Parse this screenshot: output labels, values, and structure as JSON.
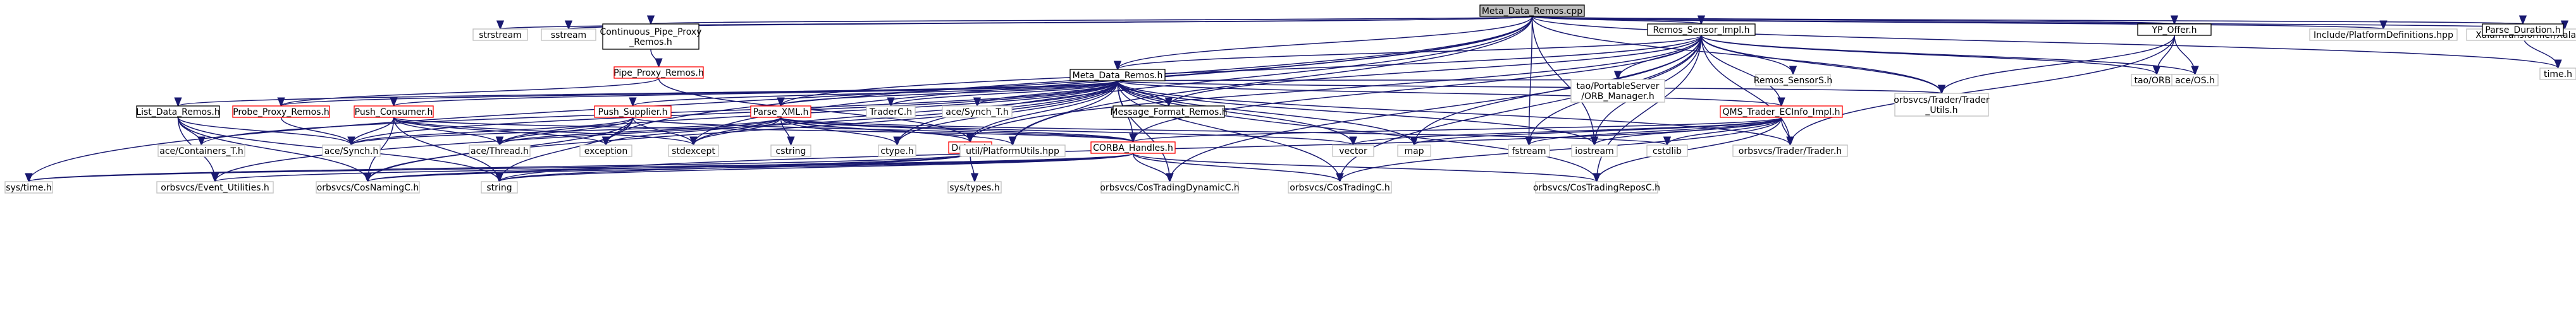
{
  "colors": {
    "edge": "#191970",
    "root_fill": "#bfbfbf",
    "border_black": "#000000",
    "border_gray": "#bfbfbf",
    "border_red": "#ff0000",
    "node_fill": "#ffffff"
  },
  "graph": {
    "nodes": [
      {
        "id": "root",
        "lines": [
          "Meta_Data_Remos.cpp"
        ],
        "style": "root"
      },
      {
        "id": "strstream",
        "lines": [
          "strstream"
        ],
        "style": "gray"
      },
      {
        "id": "sstream",
        "lines": [
          "sstream"
        ],
        "style": "gray"
      },
      {
        "id": "cont_pipe",
        "lines": [
          "Continuous_Pipe_Proxy",
          "_Remos.h"
        ],
        "style": "black"
      },
      {
        "id": "pipe_proxy",
        "lines": [
          "Pipe_Proxy_Remos.h"
        ],
        "style": "red"
      },
      {
        "id": "remos_sensor",
        "lines": [
          "Remos_Sensor_Impl.h"
        ],
        "style": "black"
      },
      {
        "id": "yp_offer",
        "lines": [
          "YP_Offer.h"
        ],
        "style": "black"
      },
      {
        "id": "platform_def",
        "lines": [
          "Include/PlatformDefinitions.hpp"
        ],
        "style": "gray"
      },
      {
        "id": "xalan",
        "lines": [
          "XalanTransformer/XalanTransformer.hpp"
        ],
        "style": "gray"
      },
      {
        "id": "parse_duration",
        "lines": [
          "Parse_Duration.h"
        ],
        "style": "black"
      },
      {
        "id": "time_h",
        "lines": [
          "time.h"
        ],
        "style": "gray"
      },
      {
        "id": "meta_h",
        "lines": [
          "Meta_Data_Remos.h"
        ],
        "style": "black"
      },
      {
        "id": "tao_orb",
        "lines": [
          "tao/ORB.h"
        ],
        "style": "gray"
      },
      {
        "id": "ace_os",
        "lines": [
          "ace/OS.h"
        ],
        "style": "gray"
      },
      {
        "id": "remos_sensors",
        "lines": [
          "Remos_SensorS.h"
        ],
        "style": "gray"
      },
      {
        "id": "portable_server",
        "lines": [
          "tao/PortableServer",
          "/ORB_Manager.h"
        ],
        "style": "gray"
      },
      {
        "id": "trader_utils",
        "lines": [
          "orbsvcs/Trader/Trader",
          "_Utils.h"
        ],
        "style": "gray"
      },
      {
        "id": "list_data",
        "lines": [
          "List_Data_Remos.h"
        ],
        "style": "black"
      },
      {
        "id": "probe_proxy",
        "lines": [
          "Probe_Proxy_Remos.h"
        ],
        "style": "red"
      },
      {
        "id": "push_consumer",
        "lines": [
          "Push_Consumer.h"
        ],
        "style": "red"
      },
      {
        "id": "push_supplier",
        "lines": [
          "Push_Supplier.h"
        ],
        "style": "red"
      },
      {
        "id": "parse_xml",
        "lines": [
          "Parse_XML.h"
        ],
        "style": "red"
      },
      {
        "id": "trader_c",
        "lines": [
          "TraderC.h"
        ],
        "style": "gray"
      },
      {
        "id": "synch_t",
        "lines": [
          "ace/Synch_T.h"
        ],
        "style": "gray"
      },
      {
        "id": "message_format",
        "lines": [
          "Message_Format_Remos.h"
        ],
        "style": "black"
      },
      {
        "id": "qms_trader",
        "lines": [
          "QMS_Trader_ECInfo_Impl.h"
        ],
        "style": "red"
      },
      {
        "id": "containers_t",
        "lines": [
          "ace/Containers_T.h"
        ],
        "style": "gray"
      },
      {
        "id": "ace_synch",
        "lines": [
          "ace/Synch.h"
        ],
        "style": "gray"
      },
      {
        "id": "ace_thread",
        "lines": [
          "ace/Thread.h"
        ],
        "style": "gray"
      },
      {
        "id": "exception",
        "lines": [
          "exception"
        ],
        "style": "gray"
      },
      {
        "id": "stdexcept",
        "lines": [
          "stdexcept"
        ],
        "style": "gray"
      },
      {
        "id": "cstring",
        "lines": [
          "cstring"
        ],
        "style": "gray"
      },
      {
        "id": "ctype",
        "lines": [
          "ctype.h"
        ],
        "style": "gray"
      },
      {
        "id": "debug_h",
        "lines": [
          "Debug.h"
        ],
        "style": "red"
      },
      {
        "id": "platform_utils",
        "lines": [
          "util/PlatformUtils.hpp"
        ],
        "style": "gray"
      },
      {
        "id": "corba_handles",
        "lines": [
          "CORBA_Handles.h"
        ],
        "style": "red"
      },
      {
        "id": "vector",
        "lines": [
          "vector"
        ],
        "style": "gray"
      },
      {
        "id": "map",
        "lines": [
          "map"
        ],
        "style": "gray"
      },
      {
        "id": "fstream",
        "lines": [
          "fstream"
        ],
        "style": "gray"
      },
      {
        "id": "iostream",
        "lines": [
          "iostream"
        ],
        "style": "gray"
      },
      {
        "id": "cstdlib",
        "lines": [
          "cstdlib"
        ],
        "style": "gray"
      },
      {
        "id": "trader_h",
        "lines": [
          "orbsvcs/Trader/Trader.h"
        ],
        "style": "gray"
      },
      {
        "id": "sys_time",
        "lines": [
          "sys/time.h"
        ],
        "style": "gray"
      },
      {
        "id": "event_utilities",
        "lines": [
          "orbsvcs/Event_Utilities.h"
        ],
        "style": "gray"
      },
      {
        "id": "cos_naming",
        "lines": [
          "orbsvcs/CosNamingC.h"
        ],
        "style": "gray"
      },
      {
        "id": "string",
        "lines": [
          "string"
        ],
        "style": "gray"
      },
      {
        "id": "sys_types",
        "lines": [
          "sys/types.h"
        ],
        "style": "gray"
      },
      {
        "id": "cos_trading_dyn",
        "lines": [
          "orbsvcs/CosTradingDynamicC.h"
        ],
        "style": "gray"
      },
      {
        "id": "cos_trading",
        "lines": [
          "orbsvcs/CosTradingC.h"
        ],
        "style": "gray"
      },
      {
        "id": "cos_trading_repos",
        "lines": [
          "orbsvcs/CosTradingReposC.h"
        ],
        "style": "gray"
      }
    ],
    "edges": [
      [
        "root",
        "strstream"
      ],
      [
        "root",
        "sstream"
      ],
      [
        "root",
        "cont_pipe"
      ],
      [
        "root",
        "remos_sensor"
      ],
      [
        "root",
        "yp_offer"
      ],
      [
        "root",
        "platform_def"
      ],
      [
        "root",
        "xalan"
      ],
      [
        "root",
        "parse_duration"
      ],
      [
        "root",
        "time_h"
      ],
      [
        "root",
        "meta_h"
      ],
      [
        "root",
        "sys_time"
      ],
      [
        "root",
        "exception"
      ],
      [
        "root",
        "stdexcept"
      ],
      [
        "root",
        "ctype"
      ],
      [
        "root",
        "platform_utils"
      ],
      [
        "root",
        "iostream"
      ],
      [
        "root",
        "fstream"
      ],
      [
        "root",
        "trader_utils"
      ],
      [
        "cont_pipe",
        "pipe_proxy"
      ],
      [
        "pipe_proxy",
        "probe_proxy"
      ],
      [
        "pipe_proxy",
        "debug_h"
      ],
      [
        "remos_sensor",
        "meta_h"
      ],
      [
        "remos_sensor",
        "tao_orb"
      ],
      [
        "remos_sensor",
        "ace_os"
      ],
      [
        "remos_sensor",
        "remos_sensors"
      ],
      [
        "remos_sensor",
        "portable_server"
      ],
      [
        "remos_sensor",
        "trader_utils"
      ],
      [
        "remos_sensor",
        "message_format"
      ],
      [
        "remos_sensor",
        "qms_trader"
      ],
      [
        "remos_sensor",
        "parse_xml"
      ],
      [
        "remos_sensor",
        "corba_handles"
      ],
      [
        "remos_sensor",
        "debug_h"
      ],
      [
        "remos_sensor",
        "fstream"
      ],
      [
        "remos_sensor",
        "iostream"
      ],
      [
        "remos_sensor",
        "map"
      ],
      [
        "remos_sensor",
        "trader_h"
      ],
      [
        "remos_sensor",
        "cos_trading"
      ],
      [
        "remos_sensor",
        "cos_trading_dyn"
      ],
      [
        "remos_sensor",
        "cos_trading_repos"
      ],
      [
        "yp_offer",
        "tao_orb"
      ],
      [
        "yp_offer",
        "ace_os"
      ],
      [
        "yp_offer",
        "trader_utils"
      ],
      [
        "yp_offer",
        "trader_h"
      ],
      [
        "parse_duration",
        "time_h"
      ],
      [
        "meta_h",
        "list_data"
      ],
      [
        "meta_h",
        "probe_proxy"
      ],
      [
        "meta_h",
        "push_consumer"
      ],
      [
        "meta_h",
        "push_supplier"
      ],
      [
        "meta_h",
        "parse_xml"
      ],
      [
        "meta_h",
        "trader_c"
      ],
      [
        "meta_h",
        "synch_t"
      ],
      [
        "meta_h",
        "message_format"
      ],
      [
        "meta_h",
        "portable_server"
      ],
      [
        "meta_h",
        "trader_utils"
      ],
      [
        "meta_h",
        "qms_trader"
      ],
      [
        "meta_h",
        "containers_t"
      ],
      [
        "meta_h",
        "ace_synch"
      ],
      [
        "meta_h",
        "ace_thread"
      ],
      [
        "meta_h",
        "corba_handles"
      ],
      [
        "meta_h",
        "debug_h"
      ],
      [
        "meta_h",
        "vector"
      ],
      [
        "meta_h",
        "map"
      ],
      [
        "meta_h",
        "iostream"
      ],
      [
        "meta_h",
        "cos_naming"
      ],
      [
        "meta_h",
        "event_utilities"
      ],
      [
        "meta_h",
        "cos_trading"
      ],
      [
        "meta_h",
        "cos_trading_dyn"
      ],
      [
        "meta_h",
        "cos_trading_repos"
      ],
      [
        "meta_h",
        "trader_h"
      ],
      [
        "meta_h",
        "platform_utils"
      ],
      [
        "meta_h",
        "ctype"
      ],
      [
        "meta_h",
        "stdexcept"
      ],
      [
        "list_data",
        "containers_t"
      ],
      [
        "list_data",
        "ace_synch"
      ],
      [
        "list_data",
        "string"
      ],
      [
        "list_data",
        "cos_naming"
      ],
      [
        "list_data",
        "event_utilities"
      ],
      [
        "probe_proxy",
        "ace_synch"
      ],
      [
        "push_consumer",
        "ace_synch"
      ],
      [
        "push_consumer",
        "ace_thread"
      ],
      [
        "push_consumer",
        "exception"
      ],
      [
        "push_consumer",
        "stdexcept"
      ],
      [
        "push_consumer",
        "string"
      ],
      [
        "push_consumer",
        "cos_naming"
      ],
      [
        "push_consumer",
        "corba_handles"
      ],
      [
        "push_supplier",
        "ace_synch"
      ],
      [
        "push_supplier",
        "ace_thread"
      ],
      [
        "push_supplier",
        "exception"
      ],
      [
        "push_supplier",
        "stdexcept"
      ],
      [
        "push_supplier",
        "string"
      ],
      [
        "push_supplier",
        "corba_handles"
      ],
      [
        "push_supplier",
        "cos_naming"
      ],
      [
        "parse_xml",
        "exception"
      ],
      [
        "parse_xml",
        "stdexcept"
      ],
      [
        "parse_xml",
        "cstring"
      ],
      [
        "parse_xml",
        "ctype"
      ],
      [
        "parse_xml",
        "debug_h"
      ],
      [
        "parse_xml",
        "platform_utils"
      ],
      [
        "parse_xml",
        "corba_handles"
      ],
      [
        "parse_xml",
        "vector"
      ],
      [
        "parse_xml",
        "ace_synch"
      ],
      [
        "parse_xml",
        "ace_thread"
      ],
      [
        "parse_xml",
        "cstdlib"
      ],
      [
        "qms_trader",
        "corba_handles"
      ],
      [
        "qms_trader",
        "vector"
      ],
      [
        "qms_trader",
        "map"
      ],
      [
        "qms_trader",
        "fstream"
      ],
      [
        "qms_trader",
        "iostream"
      ],
      [
        "qms_trader",
        "cstdlib"
      ],
      [
        "qms_trader",
        "trader_h"
      ],
      [
        "qms_trader",
        "string"
      ],
      [
        "qms_trader",
        "cos_trading"
      ],
      [
        "qms_trader",
        "cos_trading_repos"
      ],
      [
        "debug_h",
        "sys_time"
      ],
      [
        "debug_h",
        "sys_types"
      ],
      [
        "debug_h",
        "string"
      ],
      [
        "debug_h",
        "cos_naming"
      ],
      [
        "corba_handles",
        "cos_naming"
      ],
      [
        "corba_handles",
        "string"
      ],
      [
        "corba_handles",
        "cos_trading_dyn"
      ],
      [
        "corba_handles",
        "cos_trading"
      ],
      [
        "corba_handles",
        "cos_trading_repos"
      ],
      [
        "corba_handles",
        "sys_time"
      ],
      [
        "corba_handles",
        "event_utilities"
      ]
    ]
  }
}
